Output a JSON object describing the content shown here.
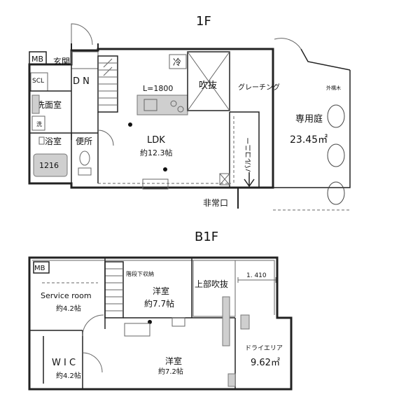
{
  "floors": {
    "first": {
      "title": "1F",
      "labels": {
        "mb": "MB",
        "genkan": "玄関",
        "dn": "D N",
        "scl": "SCL",
        "senmen": "洗面室",
        "rei": "冷",
        "l_size": "L=1800",
        "fukinuke": "吹抜",
        "grating": "グレーチング",
        "yokushitsu": "浴室",
        "benjo": "便所",
        "bath_size": "1216",
        "ldk": "LDK",
        "ldk_area": "約12.3帖",
        "balcony": "バルコニー",
        "hijoguchi": "非常口",
        "garden": "専用庭",
        "garden_area": "23.45㎡",
        "neighbor_tree": "外構木"
      }
    },
    "basement": {
      "title": "B1F",
      "labels": {
        "mb": "MB",
        "stairs_storage": "階段下収納",
        "service_room": "Service room",
        "service_room_area": "約4.2帖",
        "youshitsu1": "洋室",
        "youshitsu1_area": "約7.7帖",
        "joubu_fukinuke": "上部吹抜",
        "dim_1410": "1. 410",
        "wic": "W I C",
        "wic_area": "約4.2帖",
        "youshitsu2": "洋室",
        "youshitsu2_area": "約7.2帖",
        "dry_area": "ドライエリア",
        "dry_area_size": "9.62㎡"
      }
    }
  },
  "colors": {
    "wall": "#222222",
    "line": "#666666",
    "fixture_fill": "#cfcfcf",
    "background": "#ffffff"
  }
}
